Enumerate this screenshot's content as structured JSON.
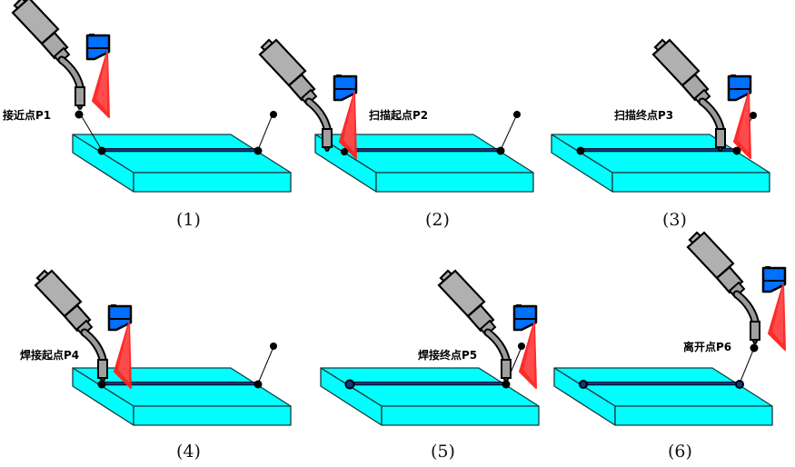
{
  "figure": {
    "description": "Laser seam tracking welding sequence, six steps",
    "colors": {
      "plate": "#00FFFF",
      "plate_edge": "#1a3a3a",
      "seam": "#0a3a8a",
      "torch_body": "#b0b0b0",
      "sensor": "#0070FF",
      "laser": "#FF2020",
      "point": "#000000"
    },
    "panels": [
      {
        "caption": "(1)",
        "label": "接近点P1",
        "step": "approach"
      },
      {
        "caption": "(2)",
        "label": "扫描起点P2",
        "step": "scan-start"
      },
      {
        "caption": "(3)",
        "label": "扫描终点P3",
        "step": "scan-end"
      },
      {
        "caption": "(4)",
        "label": "焊接起点P4",
        "step": "weld-start"
      },
      {
        "caption": "(5)",
        "label": "焊接终点P5",
        "step": "weld-end"
      },
      {
        "caption": "(6)",
        "label": "离开点P6",
        "step": "depart"
      }
    ]
  }
}
